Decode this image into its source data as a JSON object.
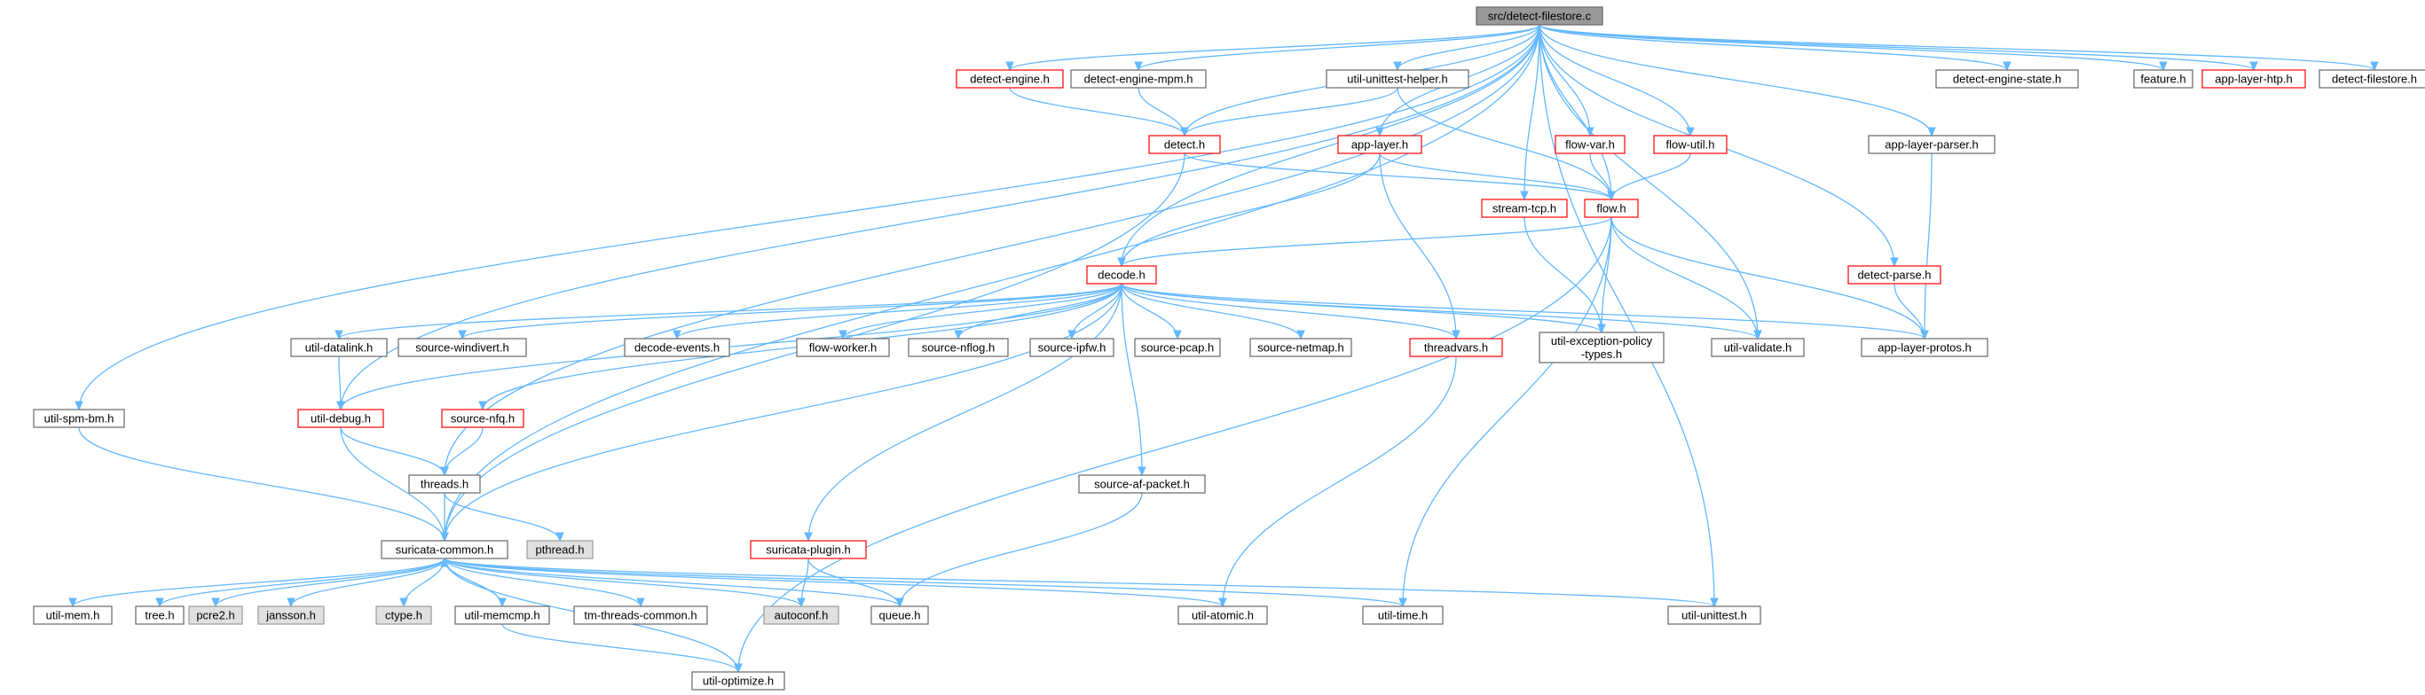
{
  "nodes": [
    {
      "id": "root",
      "label": "src/detect-filestore.c",
      "style": "root"
    },
    {
      "id": "detect_engine",
      "label": "detect-engine.h",
      "style": "red"
    },
    {
      "id": "detect_engine_mpm",
      "label": "detect-engine-mpm.h",
      "style": "normal"
    },
    {
      "id": "util_unittest_helper",
      "label": "util-unittest-helper.h",
      "style": "normal"
    },
    {
      "id": "detect_engine_state",
      "label": "detect-engine-state.h",
      "style": "normal"
    },
    {
      "id": "feature",
      "label": "feature.h",
      "style": "normal"
    },
    {
      "id": "app_layer_htp",
      "label": "app-layer-htp.h",
      "style": "red"
    },
    {
      "id": "detect_filestore",
      "label": "detect-filestore.h",
      "style": "normal"
    },
    {
      "id": "detect",
      "label": "detect.h",
      "style": "red"
    },
    {
      "id": "app_layer",
      "label": "app-layer.h",
      "style": "red"
    },
    {
      "id": "flow_var",
      "label": "flow-var.h",
      "style": "red"
    },
    {
      "id": "flow_util",
      "label": "flow-util.h",
      "style": "red"
    },
    {
      "id": "app_layer_parser",
      "label": "app-layer-parser.h",
      "style": "normal"
    },
    {
      "id": "stream_tcp",
      "label": "stream-tcp.h",
      "style": "red"
    },
    {
      "id": "flow",
      "label": "flow.h",
      "style": "red"
    },
    {
      "id": "decode",
      "label": "decode.h",
      "style": "red"
    },
    {
      "id": "detect_parse",
      "label": "detect-parse.h",
      "style": "red"
    },
    {
      "id": "util_datalink",
      "label": "util-datalink.h",
      "style": "normal"
    },
    {
      "id": "source_windivert",
      "label": "source-windivert.h",
      "style": "normal"
    },
    {
      "id": "decode_events",
      "label": "decode-events.h",
      "style": "normal"
    },
    {
      "id": "flow_worker",
      "label": "flow-worker.h",
      "style": "normal"
    },
    {
      "id": "source_nflog",
      "label": "source-nflog.h",
      "style": "normal"
    },
    {
      "id": "source_ipfw",
      "label": "source-ipfw.h",
      "style": "normal"
    },
    {
      "id": "source_pcap",
      "label": "source-pcap.h",
      "style": "normal"
    },
    {
      "id": "source_netmap",
      "label": "source-netmap.h",
      "style": "normal"
    },
    {
      "id": "threadvars",
      "label": "threadvars.h",
      "style": "red"
    },
    {
      "id": "util_exception_policy_types",
      "label": "util-exception-policy\n-types.h",
      "style": "normal"
    },
    {
      "id": "util_validate",
      "label": "util-validate.h",
      "style": "normal"
    },
    {
      "id": "app_layer_protos",
      "label": "app-layer-protos.h",
      "style": "normal"
    },
    {
      "id": "util_spm_bm",
      "label": "util-spm-bm.h",
      "style": "normal"
    },
    {
      "id": "util_debug",
      "label": "util-debug.h",
      "style": "red"
    },
    {
      "id": "source_nfq",
      "label": "source-nfq.h",
      "style": "red"
    },
    {
      "id": "threads",
      "label": "threads.h",
      "style": "normal"
    },
    {
      "id": "source_af_packet",
      "label": "source-af-packet.h",
      "style": "normal"
    },
    {
      "id": "suricata_common",
      "label": "suricata-common.h",
      "style": "normal"
    },
    {
      "id": "pthread",
      "label": "pthread.h",
      "style": "gray"
    },
    {
      "id": "suricata_plugin",
      "label": "suricata-plugin.h",
      "style": "red"
    },
    {
      "id": "util_mem",
      "label": "util-mem.h",
      "style": "normal"
    },
    {
      "id": "tree",
      "label": "tree.h",
      "style": "normal"
    },
    {
      "id": "pcre2",
      "label": "pcre2.h",
      "style": "gray"
    },
    {
      "id": "jansson",
      "label": "jansson.h",
      "style": "gray"
    },
    {
      "id": "ctype",
      "label": "ctype.h",
      "style": "gray"
    },
    {
      "id": "util_memcmp",
      "label": "util-memcmp.h",
      "style": "normal"
    },
    {
      "id": "tm_threads_common",
      "label": "tm-threads-common.h",
      "style": "normal"
    },
    {
      "id": "autoconf",
      "label": "autoconf.h",
      "style": "gray"
    },
    {
      "id": "queue",
      "label": "queue.h",
      "style": "normal"
    },
    {
      "id": "util_atomic",
      "label": "util-atomic.h",
      "style": "normal"
    },
    {
      "id": "util_time",
      "label": "util-time.h",
      "style": "normal"
    },
    {
      "id": "util_unittest",
      "label": "util-unittest.h",
      "style": "normal"
    },
    {
      "id": "util_optimize",
      "label": "util-optimize.h",
      "style": "normal"
    }
  ],
  "edges": [
    [
      "root",
      "detect_engine"
    ],
    [
      "root",
      "detect_engine_mpm"
    ],
    [
      "root",
      "util_unittest_helper"
    ],
    [
      "root",
      "detect_engine_state"
    ],
    [
      "root",
      "feature"
    ],
    [
      "root",
      "app_layer_htp"
    ],
    [
      "root",
      "detect_filestore"
    ],
    [
      "root",
      "detect"
    ],
    [
      "root",
      "app_layer"
    ],
    [
      "root",
      "flow_var"
    ],
    [
      "root",
      "flow_util"
    ],
    [
      "root",
      "app_layer_parser"
    ],
    [
      "root",
      "stream_tcp"
    ],
    [
      "root",
      "flow"
    ],
    [
      "root",
      "decode"
    ],
    [
      "root",
      "detect_parse"
    ],
    [
      "root",
      "util_validate"
    ],
    [
      "root",
      "util_spm_bm"
    ],
    [
      "root",
      "util_debug"
    ],
    [
      "root",
      "threads"
    ],
    [
      "root",
      "suricata_common"
    ],
    [
      "root",
      "util_unittest"
    ],
    [
      "detect_engine",
      "detect"
    ],
    [
      "detect_engine_mpm",
      "detect"
    ],
    [
      "util_unittest_helper",
      "detect"
    ],
    [
      "util_unittest_helper",
      "flow"
    ],
    [
      "detect",
      "flow"
    ],
    [
      "detect",
      "suricata_common"
    ],
    [
      "app_layer",
      "flow"
    ],
    [
      "app_layer",
      "decode"
    ],
    [
      "app_layer",
      "threadvars"
    ],
    [
      "flow_var",
      "flow"
    ],
    [
      "flow_util",
      "flow"
    ],
    [
      "app_layer_parser",
      "app_layer_protos"
    ],
    [
      "stream_tcp",
      "util_exception_policy_types"
    ],
    [
      "flow",
      "decode"
    ],
    [
      "flow",
      "util_exception_policy_types"
    ],
    [
      "flow",
      "util_validate"
    ],
    [
      "flow",
      "app_layer_protos"
    ],
    [
      "flow",
      "util_time"
    ],
    [
      "flow",
      "util_optimize"
    ],
    [
      "detect_parse",
      "app_layer_protos"
    ],
    [
      "decode",
      "util_datalink"
    ],
    [
      "decode",
      "source_windivert"
    ],
    [
      "decode",
      "decode_events"
    ],
    [
      "decode",
      "flow_worker"
    ],
    [
      "decode",
      "source_nflog"
    ],
    [
      "decode",
      "source_ipfw"
    ],
    [
      "decode",
      "source_pcap"
    ],
    [
      "decode",
      "source_netmap"
    ],
    [
      "decode",
      "threadvars"
    ],
    [
      "decode",
      "util_exception_policy_types"
    ],
    [
      "decode",
      "util_validate"
    ],
    [
      "decode",
      "app_layer_protos"
    ],
    [
      "decode",
      "util_debug"
    ],
    [
      "decode",
      "source_nfq"
    ],
    [
      "decode",
      "source_af_packet"
    ],
    [
      "decode",
      "suricata_plugin"
    ],
    [
      "decode",
      "suricata_common"
    ],
    [
      "util_datalink",
      "util_debug"
    ],
    [
      "util_spm_bm",
      "suricata_common"
    ],
    [
      "util_debug",
      "threads"
    ],
    [
      "util_debug",
      "suricata_common"
    ],
    [
      "source_nfq",
      "threads"
    ],
    [
      "threads",
      "suricata_common"
    ],
    [
      "threads",
      "pthread"
    ],
    [
      "threadvars",
      "util_atomic"
    ],
    [
      "source_af_packet",
      "queue"
    ],
    [
      "suricata_plugin",
      "autoconf"
    ],
    [
      "suricata_plugin",
      "queue"
    ],
    [
      "suricata_common",
      "util_mem"
    ],
    [
      "suricata_common",
      "tree"
    ],
    [
      "suricata_common",
      "pcre2"
    ],
    [
      "suricata_common",
      "jansson"
    ],
    [
      "suricata_common",
      "ctype"
    ],
    [
      "suricata_common",
      "util_memcmp"
    ],
    [
      "suricata_common",
      "tm_threads_common"
    ],
    [
      "suricata_common",
      "autoconf"
    ],
    [
      "suricata_common",
      "queue"
    ],
    [
      "suricata_common",
      "util_atomic"
    ],
    [
      "suricata_common",
      "util_time"
    ],
    [
      "suricata_common",
      "util_unittest"
    ],
    [
      "suricata_common",
      "util_optimize"
    ],
    [
      "util_memcmp",
      "suricata_common"
    ],
    [
      "util_memcmp",
      "util_optimize"
    ]
  ]
}
